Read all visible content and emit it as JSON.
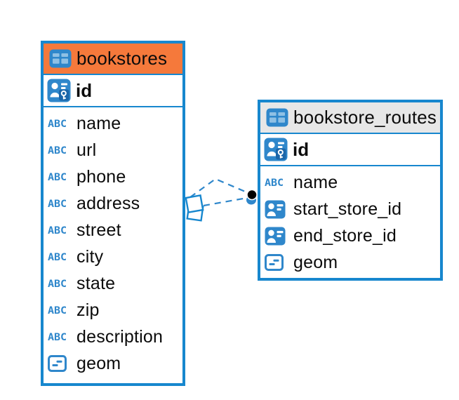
{
  "view": {
    "type": "database-er-diagram",
    "background": "#ffffff"
  },
  "colors": {
    "table_border": "#1787CE",
    "bookstores_header_fill": "#F5793B",
    "routes_header_fill": "#E7E7E7",
    "icon_blue": "#2F87CB",
    "icon_blue_light": "#8FC0E4",
    "icon_key_patch": "#1B66A9",
    "relationship_line": "#2F87CB",
    "endpoint_dot": "#000000",
    "text": "#0b0b0b"
  },
  "icons": {
    "text_icon_glyph": "ABC"
  },
  "tables": [
    {
      "title": "bookstores",
      "header_style": "orange-highlight",
      "primary_key": {
        "name": "id",
        "type_icon": "primary-key-icon"
      },
      "columns": [
        {
          "name": "name",
          "type_icon": "text-icon"
        },
        {
          "name": "url",
          "type_icon": "text-icon"
        },
        {
          "name": "phone",
          "type_icon": "text-icon"
        },
        {
          "name": "address",
          "type_icon": "text-icon"
        },
        {
          "name": "street",
          "type_icon": "text-icon"
        },
        {
          "name": "city",
          "type_icon": "text-icon"
        },
        {
          "name": "state",
          "type_icon": "text-icon"
        },
        {
          "name": "zip",
          "type_icon": "text-icon"
        },
        {
          "name": "description",
          "type_icon": "text-icon"
        },
        {
          "name": "geom",
          "type_icon": "geometry-icon"
        }
      ]
    },
    {
      "title": "bookstore_routes",
      "header_style": "gray",
      "primary_key": {
        "name": "id",
        "type_icon": "primary-key-icon"
      },
      "columns": [
        {
          "name": "name",
          "type_icon": "text-icon"
        },
        {
          "name": "start_store_id",
          "type_icon": "reference-icon"
        },
        {
          "name": "end_store_id",
          "type_icon": "reference-icon"
        },
        {
          "name": "geom",
          "type_icon": "geometry-icon"
        }
      ]
    }
  ],
  "relationships": [
    {
      "from_table": "bookstores",
      "to_table": "bookstore_routes",
      "line_style": "dashed"
    },
    {
      "from_table": "bookstores",
      "to_table": "bookstore_routes",
      "line_style": "dashed"
    }
  ]
}
